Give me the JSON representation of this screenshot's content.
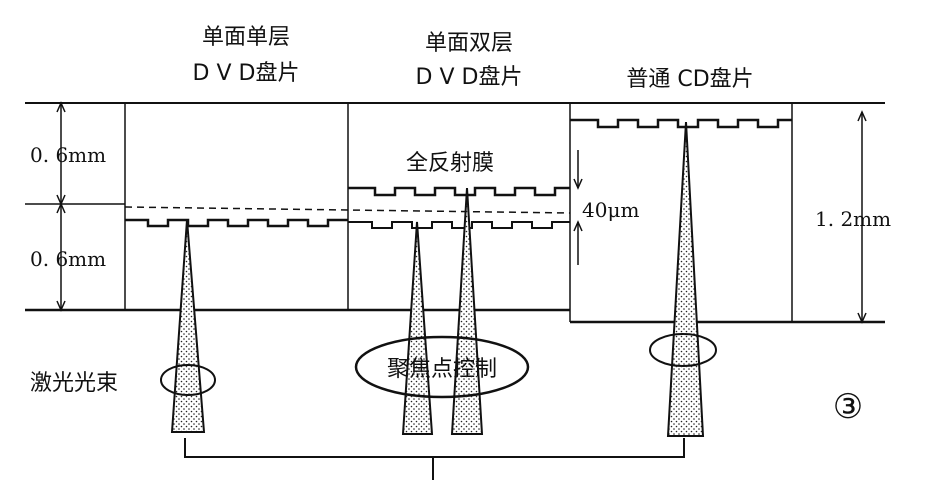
{
  "discs": {
    "single_layer": {
      "line1": "单面单层",
      "line2": "D V D盘片"
    },
    "dual_layer": {
      "line1": "单面双层",
      "line2": "D V D盘片"
    },
    "cd": {
      "line1": "普通 CD盘片"
    }
  },
  "labels": {
    "upper_thickness": "0. 6mm",
    "lower_thickness": "0. 6mm",
    "total_thickness": "1. 2mm",
    "full_reflective_film": "全反射膜",
    "layer_gap": "40μm",
    "laser_beam": "激光光束",
    "focus_control": "聚焦点控制",
    "figure_number": "③"
  },
  "colors": {
    "ink": "#111111",
    "background": "#ffffff"
  }
}
